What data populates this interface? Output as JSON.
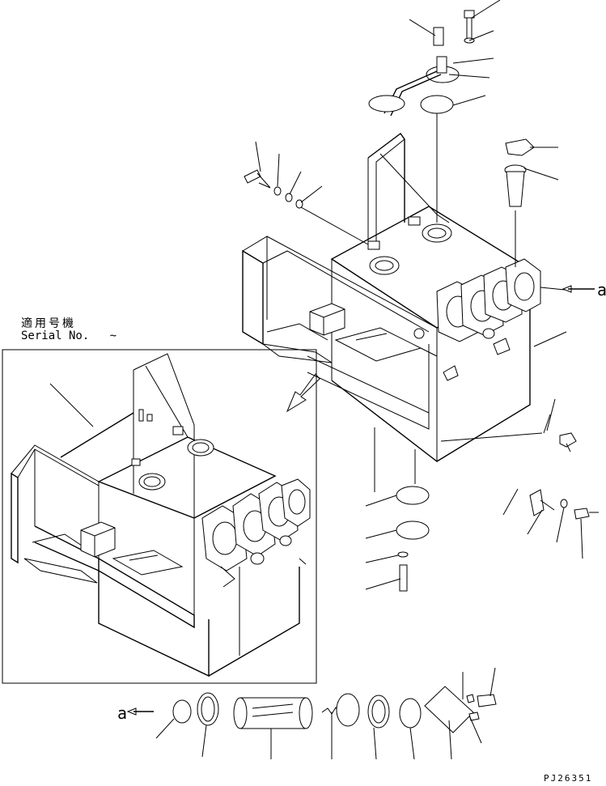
{
  "applicability": {
    "label_ja": "適用号機",
    "label_en": "Serial No.",
    "range_sep": "~"
  },
  "reference_marks": {
    "right": "a",
    "left": "a"
  },
  "drawing_number": "PJ26351",
  "colors": {
    "line": "#000000",
    "background": "#ffffff"
  }
}
